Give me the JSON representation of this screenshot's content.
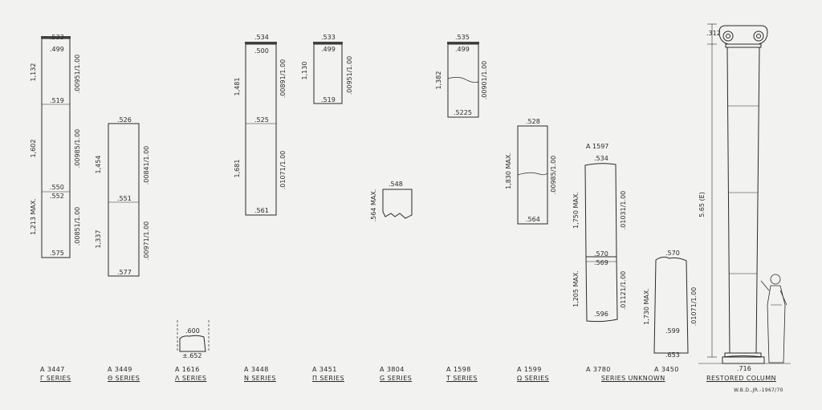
{
  "columns": [
    {
      "acc": "A 3447",
      "series": "Γ SERIES",
      "top": ".533",
      "d": [
        ".499",
        ".519",
        ".550",
        ".552",
        ".575"
      ],
      "heights": [
        "1,132",
        "1,602",
        "1,213 MAX."
      ],
      "tapers": [
        ".00951/1.00",
        ".00985/1.00",
        ".00851/1.00"
      ]
    },
    {
      "acc": "A 3449",
      "series": "Θ SERIES",
      "d": [
        ".526",
        ".551",
        ".577"
      ],
      "heights": [
        "1,454",
        "1,337"
      ],
      "tapers": [
        ".00841/1.00",
        ".00971/1.00"
      ]
    },
    {
      "acc": "A 1616",
      "series": "Λ SERIES",
      "d": [
        ".600",
        "±.652"
      ]
    },
    {
      "acc": "A 3448",
      "series": "N SERIES",
      "top": ".534",
      "d": [
        ".500",
        ".525",
        ".561"
      ],
      "heights": [
        "1,481",
        "1,681"
      ],
      "tapers": [
        ".00891/1.00",
        ".01071/1.00"
      ]
    },
    {
      "acc": "A 3451",
      "series": "Π SERIES",
      "top": ".533",
      "d": [
        ".499",
        ".519"
      ],
      "heights": [
        "1,130"
      ],
      "tapers": [
        ".00951/1.00"
      ]
    },
    {
      "acc": "A 3804",
      "series": "G SERIES",
      "d": [
        ".548"
      ],
      "heights": [
        ".564 MAX."
      ]
    },
    {
      "acc": "A 1598",
      "series": "T SERIES",
      "top": ".535",
      "d": [
        ".499",
        ".5225"
      ],
      "heights": [
        "1,382"
      ],
      "tapers": [
        ".00901/1.00"
      ]
    },
    {
      "acc": "A 1599",
      "series": "Ω SERIES",
      "d": [
        ".528",
        ".564"
      ],
      "heights": [
        "1,830 MAX."
      ],
      "tapers": [
        ".00985/1.00"
      ]
    },
    {
      "acc": "A 1597",
      "acc2": "A 3780",
      "series": "SERIES UNKNOWN",
      "d": [
        ".534",
        ".570",
        ".569",
        ".596"
      ],
      "heights": [
        "1,750 MAX.",
        "1,205 MAX."
      ],
      "tapers": [
        ".01031/1.00",
        ".01121/1.00"
      ]
    },
    {
      "acc": "A 3450",
      "d": [
        ".570",
        ".599",
        ".653"
      ],
      "heights": [
        "1,730 MAX."
      ],
      "tapers": [
        ".01071/1.00"
      ]
    },
    {
      "series": "RESTORED COLUMN",
      "d": [
        ".312",
        ".716"
      ],
      "heights": [
        "5.65 (E)"
      ]
    }
  ],
  "signature": "W.B.D.,JR.-1967/70"
}
